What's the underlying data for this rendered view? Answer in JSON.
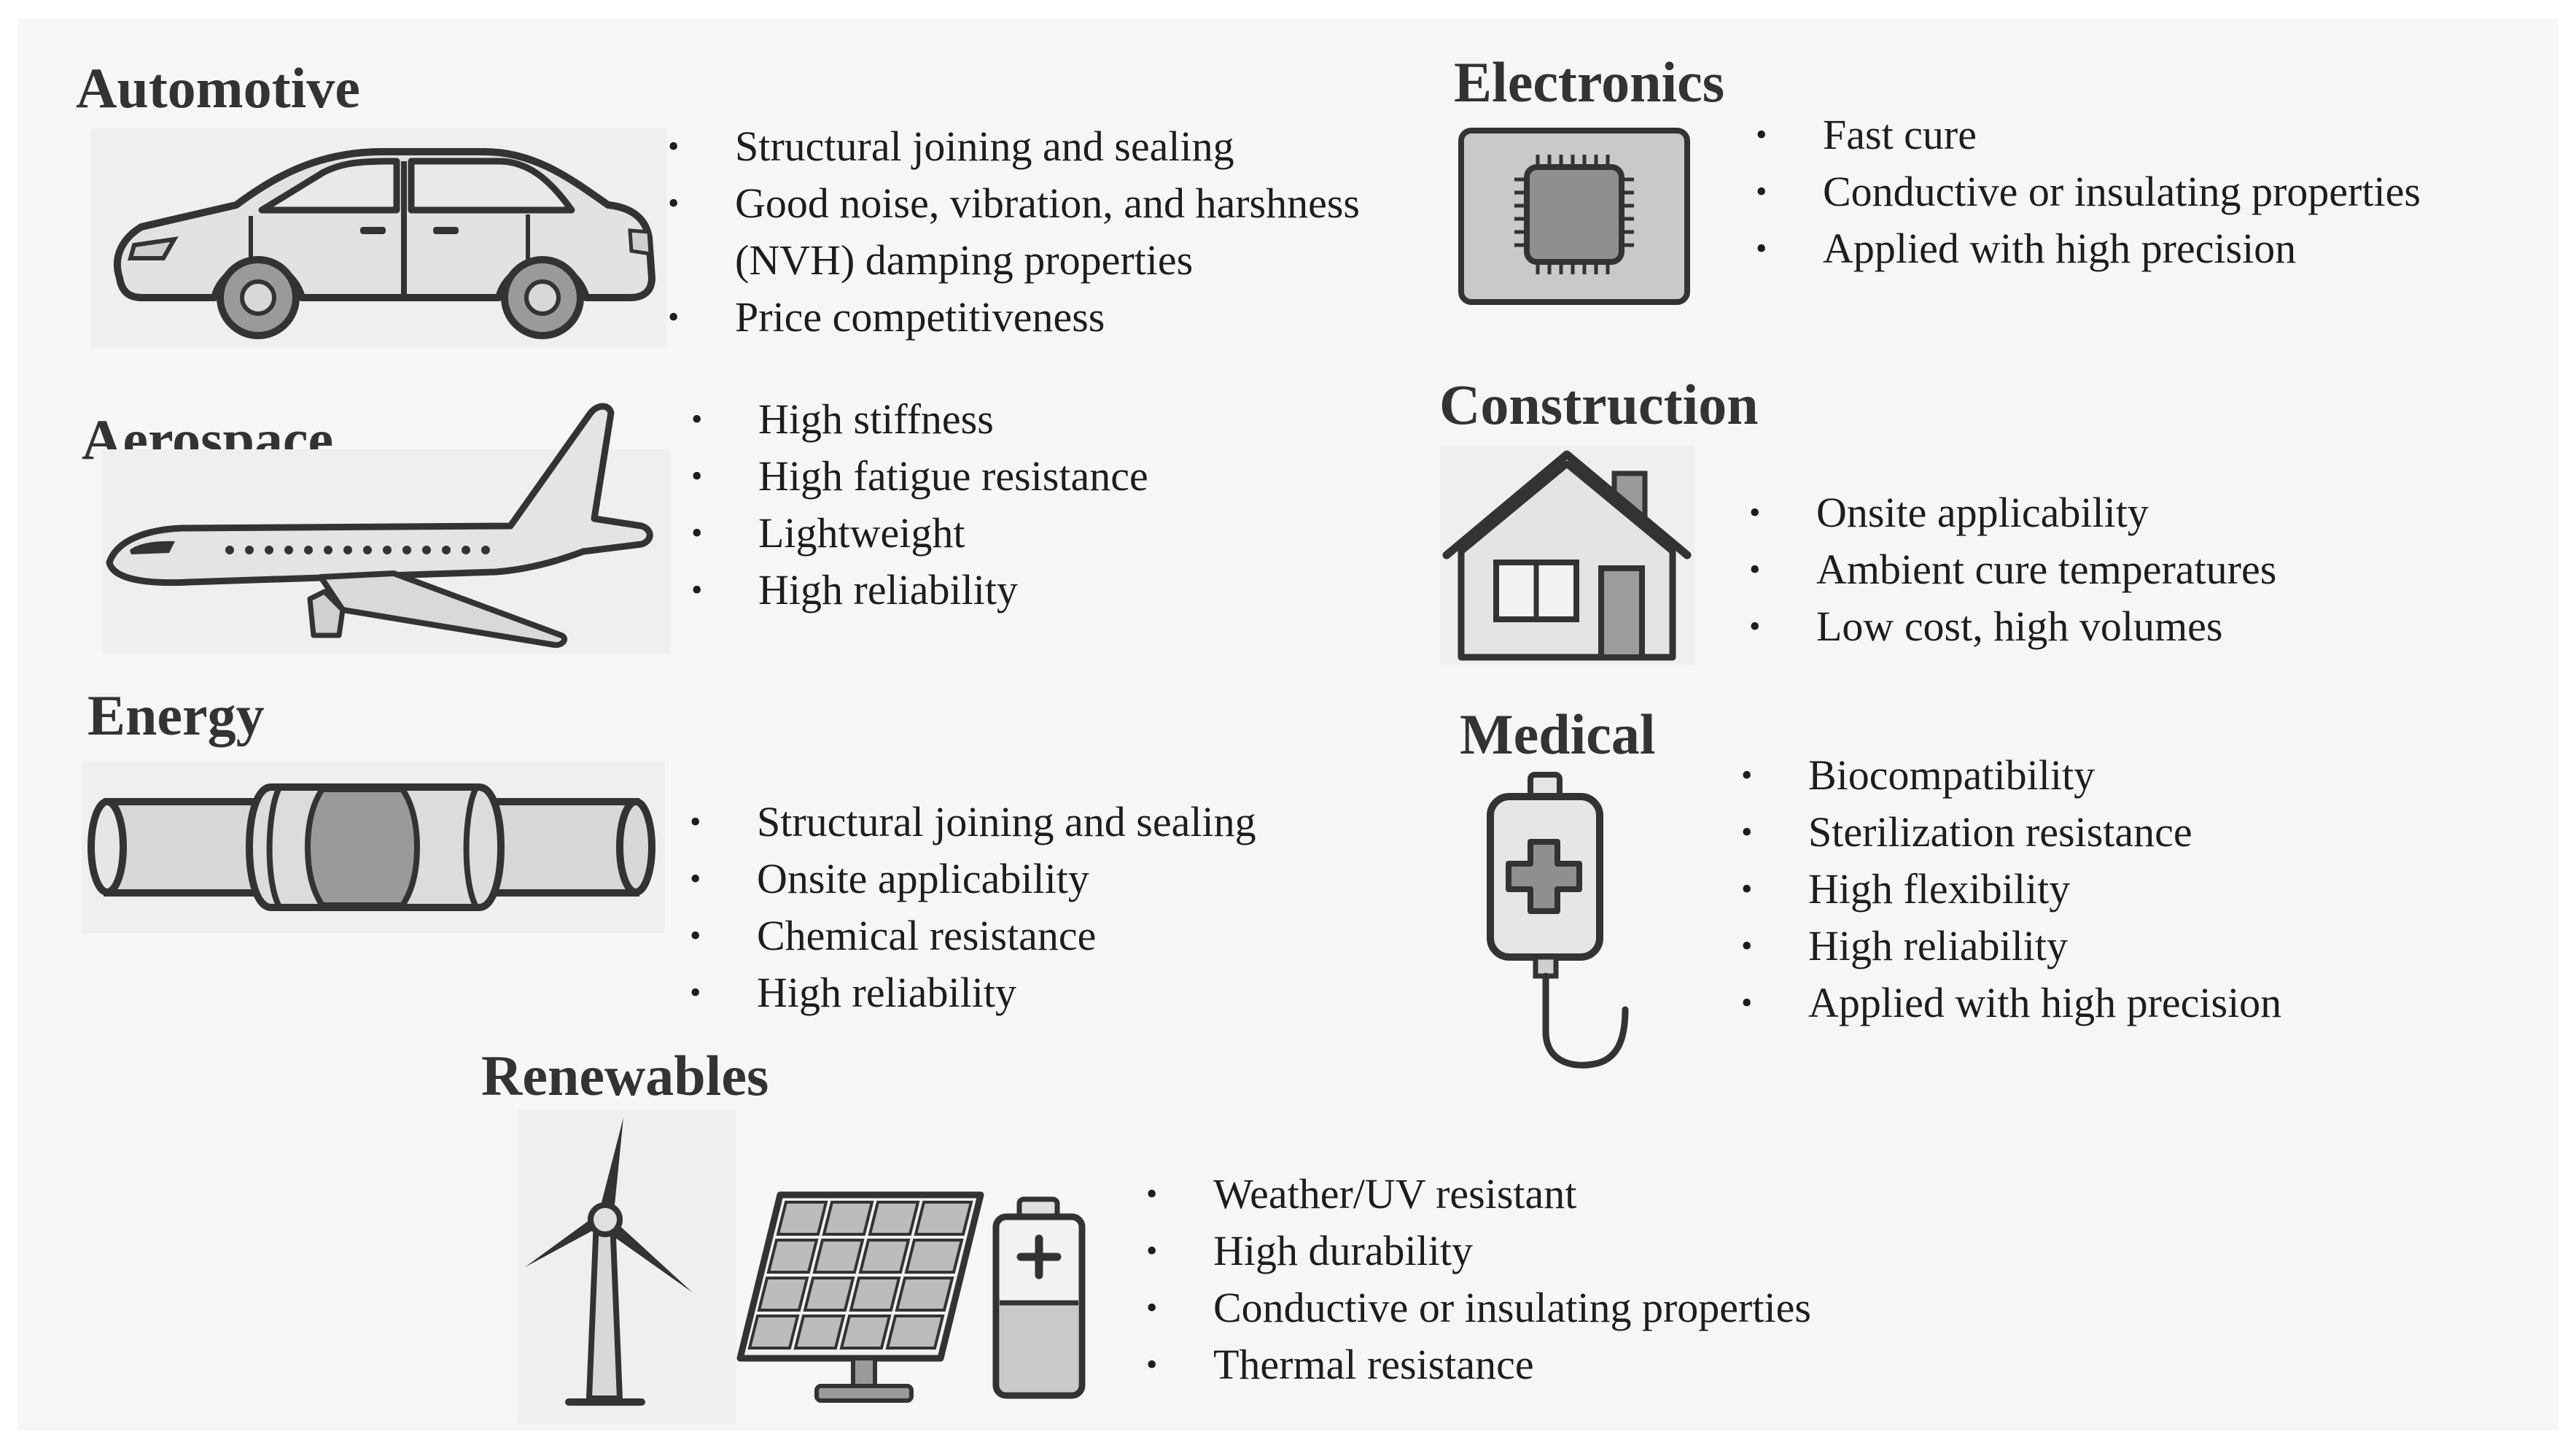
{
  "sections": {
    "automotive": {
      "title": "Automotive",
      "items": [
        "Structural joining and sealing",
        "Good noise, vibration, and harshness",
        "(NVH) damping properties",
        "Price competitiveness"
      ]
    },
    "electronics": {
      "title": "Electronics",
      "items": [
        "Fast cure",
        "Conductive or insulating properties",
        "Applied with high precision"
      ]
    },
    "aerospace": {
      "title": "Aerospace",
      "items": [
        "High stiffness",
        "High fatigue resistance",
        "Lightweight",
        "High reliability"
      ]
    },
    "construction": {
      "title": "Construction",
      "items": [
        "Onsite applicability",
        "Ambient cure temperatures",
        "Low cost, high volumes"
      ]
    },
    "energy": {
      "title": "Energy",
      "items": [
        "Structural joining and sealing",
        "Onsite applicability",
        "Chemical resistance",
        "High reliability"
      ]
    },
    "medical": {
      "title": "Medical",
      "items": [
        "Biocompatibility",
        "Sterilization resistance",
        "High flexibility",
        "High reliability",
        "Applied with high precision"
      ]
    },
    "renewables": {
      "title": "Renewables",
      "items": [
        "Weather/UV resistant",
        "High durability",
        "Conductive or insulating properties",
        "Thermal resistance"
      ]
    }
  },
  "icons": {
    "automotive": "car-icon",
    "electronics": "microchip-icon",
    "aerospace": "airplane-icon",
    "construction": "house-icon",
    "energy": "pipe-joint-icon",
    "medical": "iv-bag-icon",
    "renewables": [
      "wind-turbine-icon",
      "solar-panel-icon",
      "battery-icon"
    ]
  },
  "colors": {
    "panel_background": "#f6f6f6",
    "icon_fill": "#d8d8d8",
    "icon_stroke": "#333333",
    "title_text": "#333333"
  }
}
